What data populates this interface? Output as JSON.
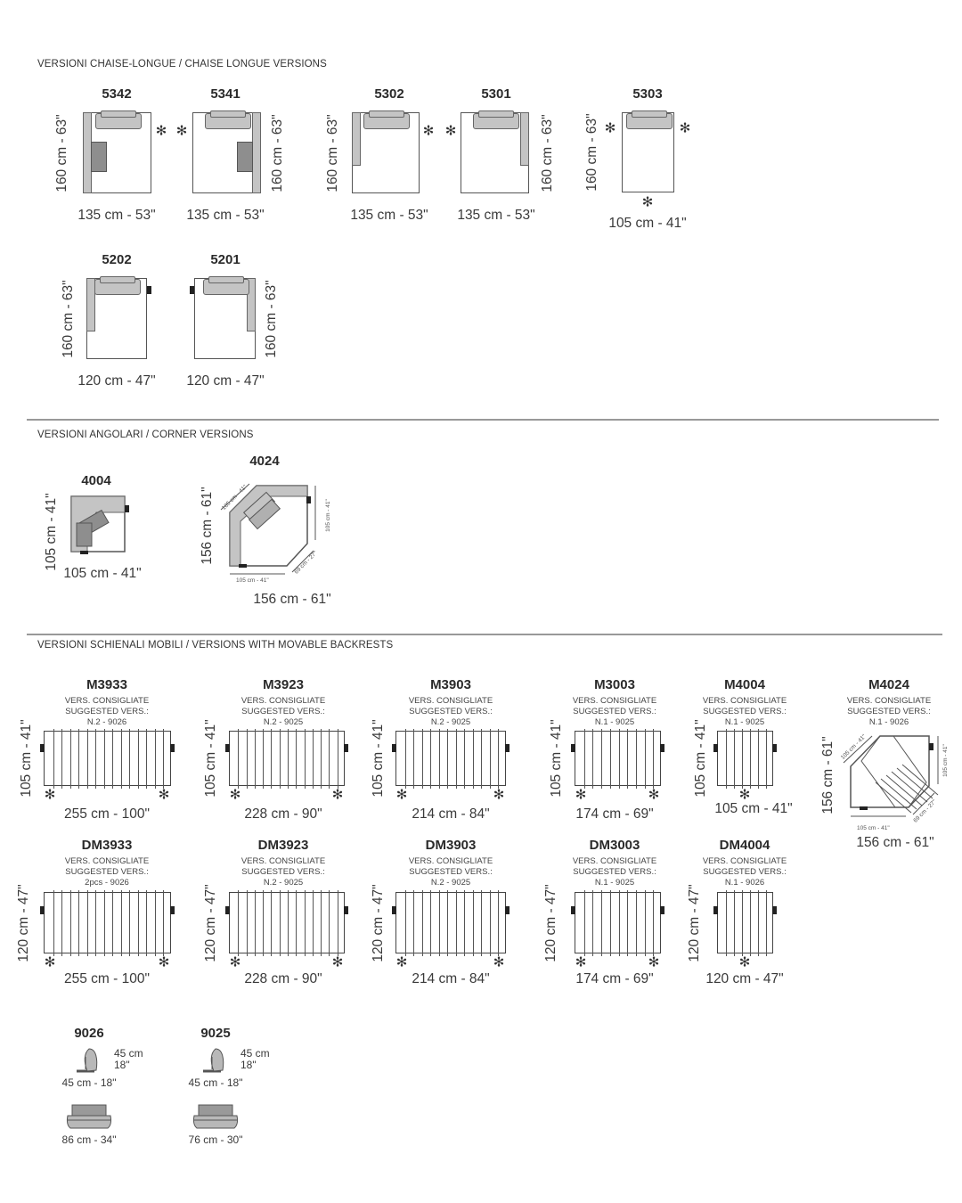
{
  "sections": [
    {
      "title": "VERSIONI CHAISE-LONGUE / CHAISE LONGUE VERSIONS"
    },
    {
      "title": "VERSIONI ANGOLARI / CORNER VERSIONS"
    },
    {
      "title": "VERSIONI SCHIENALI MOBILI / VERSIONS WITH MOVABLE BACKRESTS"
    }
  ],
  "asterisk": "✻",
  "chaise": [
    {
      "code": "5342",
      "width": "135 cm - 53\"",
      "depth": "160 cm - 63\""
    },
    {
      "code": "5341",
      "width": "135 cm - 53\"",
      "depth": "160 cm - 63\""
    },
    {
      "code": "5302",
      "width": "135 cm - 53\"",
      "depth": "160 cm - 63\""
    },
    {
      "code": "5301",
      "width": "135 cm - 53\"",
      "depth": "160 cm - 63\""
    },
    {
      "code": "5303",
      "width": "105 cm - 41\"",
      "depth": "160 cm - 63\""
    },
    {
      "code": "5202",
      "width": "120 cm - 47\"",
      "depth": "160 cm - 63\""
    },
    {
      "code": "5201",
      "width": "120 cm - 47\"",
      "depth": "160 cm - 63\""
    }
  ],
  "corner": [
    {
      "code": "4004",
      "width": "105 cm - 41\"",
      "depth": "105 cm - 41\""
    },
    {
      "code": "4024",
      "width": "156 cm - 61\"",
      "depth": "156 cm - 61\"",
      "side_diag": "105 cm - 41\"",
      "side_right": "105 cm - 41\"",
      "side_bottom": "105 cm - 41\"",
      "side_cut": "69 cm - 27\""
    }
  ],
  "movable": [
    {
      "code": "M3933",
      "line1": "VERS. CONSIGLIATE",
      "line2": "SUGGESTED VERS.:",
      "suggested": "N.2 - 9026",
      "width": "255 cm - 100\"",
      "depth": "105 cm - 41\""
    },
    {
      "code": "M3923",
      "line1": "VERS. CONSIGLIATE",
      "line2": "SUGGESTED VERS.:",
      "suggested": "N.2 - 9025",
      "width": "228 cm - 90\"",
      "depth": "105 cm - 41\""
    },
    {
      "code": "M3903",
      "line1": "VERS. CONSIGLIATE",
      "line2": "SUGGESTED VERS.:",
      "suggested": "N.2 - 9025",
      "width": "214 cm - 84\"",
      "depth": "105 cm - 41\""
    },
    {
      "code": "M3003",
      "line1": "VERS. CONSIGLIATE",
      "line2": "SUGGESTED VERS.:",
      "suggested": "N.1 - 9025",
      "width": "174 cm - 69\"",
      "depth": "105 cm - 41\""
    },
    {
      "code": "M4004",
      "line1": "VERS. CONSIGLIATE",
      "line2": "SUGGESTED VERS.:",
      "suggested": "N.1 - 9025",
      "width": "105 cm - 41\"",
      "depth": "105 cm - 41\""
    },
    {
      "code": "M4024",
      "line1": "VERS. CONSIGLIATE",
      "line2": "SUGGESTED VERS.:",
      "suggested": "N.1 - 9026",
      "width": "156 cm - 61\"",
      "depth": "156 cm - 61\"",
      "side_diag": "105 cm - 41\"",
      "side_right": "105 cm - 41\"",
      "side_bottom": "105 cm - 41\"",
      "side_cut": "69 cm - 27\""
    },
    {
      "code": "DM3933",
      "line1": "VERS. CONSIGLIATE",
      "line2": "SUGGESTED VERS.:",
      "suggested": "2pcs - 9026",
      "width": "255 cm - 100\"",
      "depth": "120 cm - 47\""
    },
    {
      "code": "DM3923",
      "line1": "VERS. CONSIGLIATE",
      "line2": "SUGGESTED VERS.:",
      "suggested": "N.2 - 9025",
      "width": "228 cm - 90\"",
      "depth": "120 cm - 47\""
    },
    {
      "code": "DM3903",
      "line1": "VERS. CONSIGLIATE",
      "line2": "SUGGESTED VERS.:",
      "suggested": "N.2 - 9025",
      "width": "214 cm - 84\"",
      "depth": "120 cm - 47\""
    },
    {
      "code": "DM3003",
      "line1": "VERS. CONSIGLIATE",
      "line2": "SUGGESTED VERS.:",
      "suggested": "N.1 - 9025",
      "width": "174 cm - 69\"",
      "depth": "120 cm - 47\""
    },
    {
      "code": "DM4004",
      "line1": "VERS. CONSIGLIATE",
      "line2": "SUGGESTED VERS.:",
      "suggested": "N.1 - 9026",
      "width": "120 cm - 47\"",
      "depth": "120 cm - 47\""
    }
  ],
  "accessories": [
    {
      "code": "9026",
      "height_cm": "45 cm",
      "height_in": "18\"",
      "depth": "45 cm - 18\"",
      "width": "86 cm - 34\""
    },
    {
      "code": "9025",
      "height_cm": "45 cm",
      "height_in": "18\"",
      "depth": "45 cm - 18\"",
      "width": "76 cm - 30\""
    }
  ]
}
